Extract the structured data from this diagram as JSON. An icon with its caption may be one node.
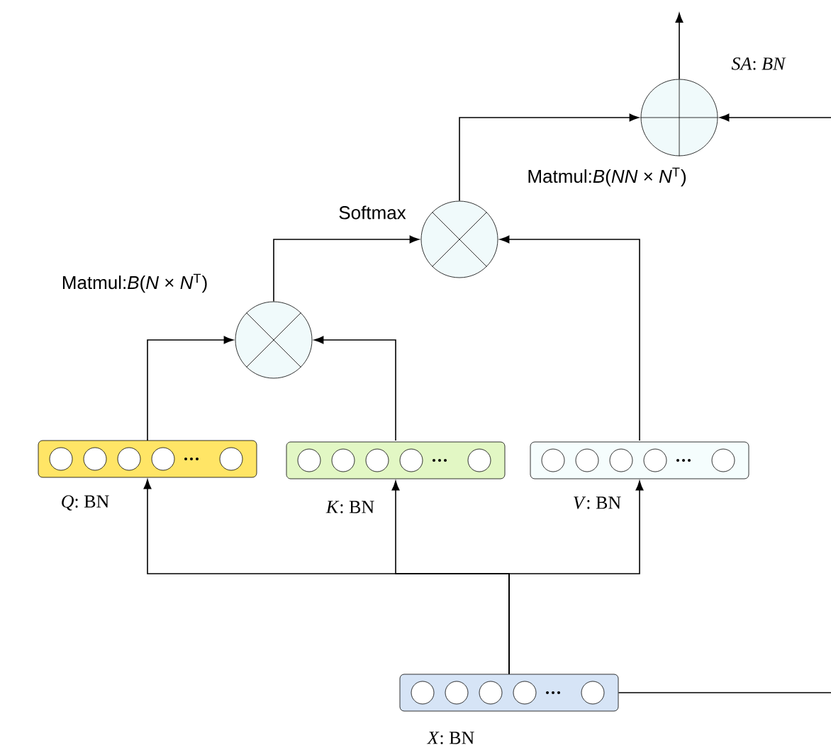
{
  "diagram": {
    "nodes": [
      {
        "text": [],
        "shape": "box",
        "beside": [
          "*Q*: BN"
        ]
      },
      {
        "text": [],
        "shape": "box",
        "beside": [
          "*K*: BN"
        ]
      },
      {
        "text": [],
        "shape": "box",
        "beside": [
          "*V*: BN"
        ]
      },
      {
        "text": [],
        "shape": "box",
        "beside": [
          "*X*: BN"
        ]
      },
      {
        "text": [],
        "shape": "circle",
        "beside": [
          "Matmul:*B*(*N* × *N*$^{T}$)"
        ]
      },
      {
        "text": [],
        "shape": "circle"
      },
      {
        "text": [],
        "shape": "circle",
        "beside": [
          "*SA*: *BN*"
        ]
      }
    ],
    "edges": [
      {
        "from": 3,
        "to": 0,
        "arrow": "to"
      },
      {
        "from": 3,
        "to": 1,
        "arrow": "to"
      },
      {
        "from": 3,
        "to": 2,
        "arrow": "to"
      },
      {
        "from": 0,
        "to": 4,
        "arrow": "to"
      },
      {
        "from": 1,
        "to": 4,
        "arrow": "to"
      },
      {
        "from": 4,
        "to": 5,
        "arrow": "to",
        "label": "Softmax"
      },
      {
        "from": 2,
        "to": 5,
        "arrow": "to"
      },
      {
        "from": 5,
        "to": 6,
        "arrow": "to"
      },
      {
        "from": null,
        "to": 6,
        "arrow": "to"
      },
      {
        "from": 6,
        "to": null,
        "arrow": "to"
      },
      {
        "from": 3,
        "to": null,
        "arrow": "none"
      }
    ],
    "labels": [
      "Matmul:*B*(*NN* × *N*$^{T}$)"
    ]
  }
}
